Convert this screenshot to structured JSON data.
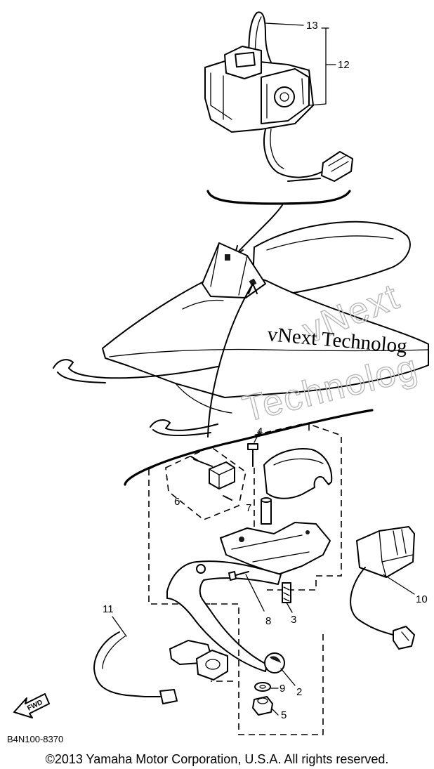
{
  "diagram": {
    "callouts": [
      "13",
      "12",
      "4",
      "6",
      "7",
      "10",
      "11",
      "8",
      "3",
      "9",
      "2",
      "5"
    ],
    "fwd_label": "FWD"
  },
  "watermark": {
    "line1": "vNext",
    "line2": "Technolog",
    "line3": "vNext Technolog"
  },
  "figure_code": "B4N100-8370",
  "copyright": "©2013 Yamaha Motor Corporation, U.S.A. All rights reserved."
}
